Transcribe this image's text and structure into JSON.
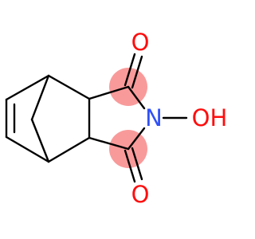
{
  "molecule": {
    "atom_labels": {
      "oxygen_top": "O",
      "oxygen_bottom": "O",
      "nitrogen": "N",
      "hydroxyl": "OH"
    },
    "colors": {
      "bond": "#000000",
      "oxygen": "#ff0d0d",
      "nitrogen": "#3050f8",
      "carbonyl_highlight": "#f99a9a",
      "background": "#ffffff"
    }
  }
}
